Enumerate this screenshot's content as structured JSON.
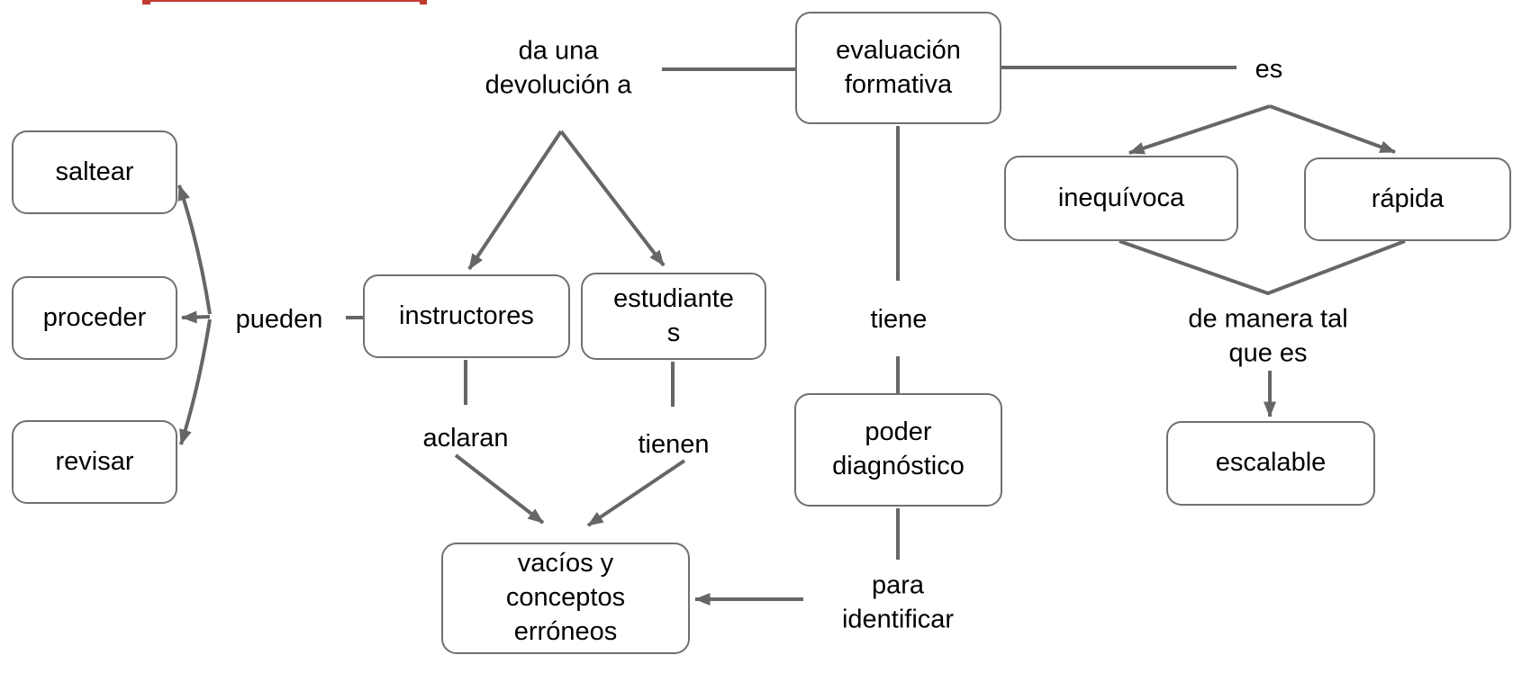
{
  "diagram": {
    "background": "#ffffff",
    "colors": {
      "line": "#666666",
      "box_border": "#707070",
      "text": "#000000",
      "top_fragment_red": "#bf3a30"
    },
    "nodes": [
      {
        "id": "saltear",
        "label": "saltear"
      },
      {
        "id": "proceder",
        "label": "proceder"
      },
      {
        "id": "revisar",
        "label": "revisar"
      },
      {
        "id": "instructores",
        "label": "instructores"
      },
      {
        "id": "estudiantes",
        "label": "estudiante\ns"
      },
      {
        "id": "evaluacion-formativa",
        "label": "evaluación\nformativa"
      },
      {
        "id": "poder-diagnostico",
        "label": "poder\ndiagnóstico"
      },
      {
        "id": "vacios-y-conceptos-erroneos",
        "label": "vacíos y\nconceptos\nerróneos"
      },
      {
        "id": "inequivoca",
        "label": "inequívoca"
      },
      {
        "id": "rapida",
        "label": "rápida"
      },
      {
        "id": "escalable",
        "label": "escalable"
      }
    ],
    "link_labels": [
      {
        "id": "da-una-devolucion-a",
        "label": "da una\ndevolución a"
      },
      {
        "id": "pueden",
        "label": "pueden"
      },
      {
        "id": "aclaran",
        "label": "aclaran"
      },
      {
        "id": "tienen",
        "label": "tienen"
      },
      {
        "id": "tiene",
        "label": "tiene"
      },
      {
        "id": "para-identificar",
        "label": "para\nidentificar"
      },
      {
        "id": "es",
        "label": "es"
      },
      {
        "id": "de-manera-tal-que-es",
        "label": "de manera tal\nque es"
      }
    ],
    "edges": [
      {
        "from": "evaluación formativa",
        "label": "da una devolución a",
        "to": [
          "instructores",
          "estudiantes"
        ]
      },
      {
        "from": "instructores",
        "label": "pueden",
        "to": [
          "saltear",
          "proceder",
          "revisar"
        ]
      },
      {
        "from": "instructores",
        "label": "aclaran",
        "to": [
          "vacíos y conceptos erróneos"
        ]
      },
      {
        "from": "estudiantes",
        "label": "tienen",
        "to": [
          "vacíos y conceptos erróneos"
        ]
      },
      {
        "from": "evaluación formativa",
        "label": "tiene",
        "to": [
          "poder diagnóstico"
        ]
      },
      {
        "from": "poder diagnóstico",
        "label": "para identificar",
        "to": [
          "vacíos y conceptos erróneos"
        ]
      },
      {
        "from": "evaluación formativa",
        "label": "es",
        "to": [
          "inequívoca",
          "rápida"
        ]
      },
      {
        "from": "inequívoca y rápida",
        "label": "de manera tal que es",
        "to": [
          "escalable"
        ]
      }
    ]
  }
}
